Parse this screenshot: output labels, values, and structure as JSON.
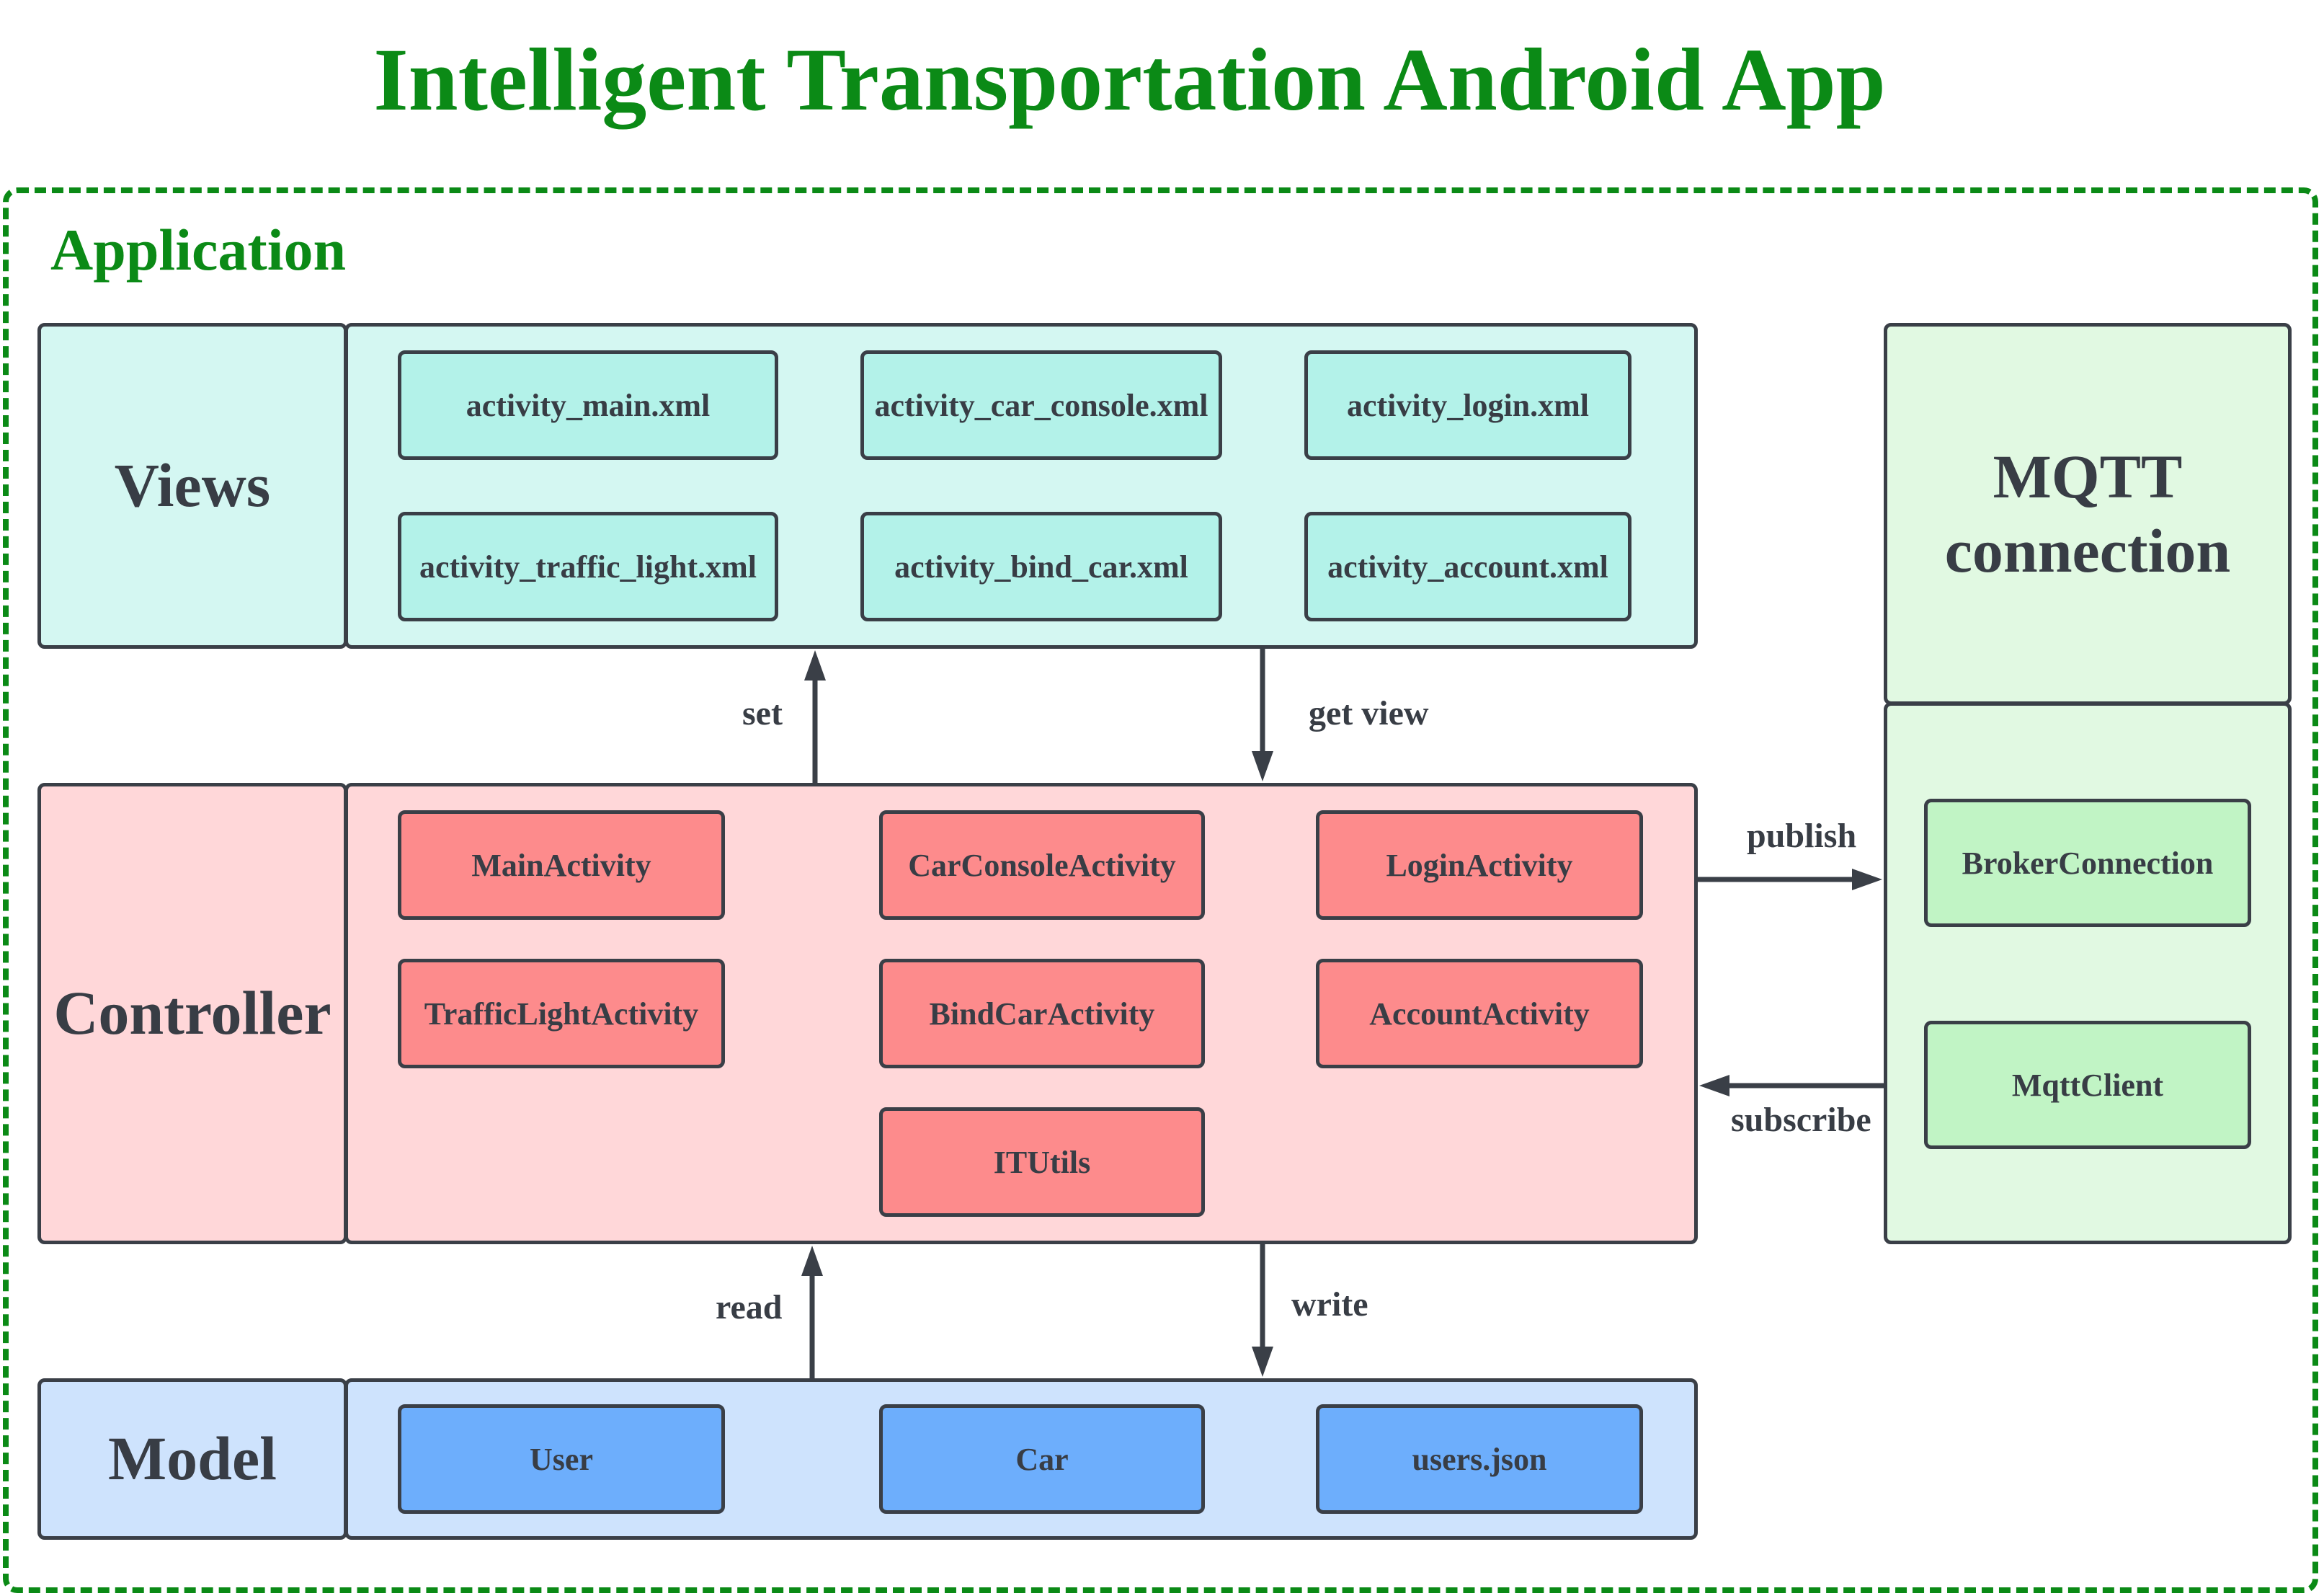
{
  "title": "Intelligent Transportation Android App",
  "application_label": "Application",
  "views": {
    "label": "Views",
    "items": [
      "activity_main.xml",
      "activity_car_console.xml",
      "activity_login.xml",
      "activity_traffic_light.xml",
      "activity_bind_car.xml",
      "activity_account.xml"
    ]
  },
  "controller": {
    "label": "Controller",
    "items": [
      "MainActivity",
      "CarConsoleActivity",
      "LoginActivity",
      "TrafficLightActivity",
      "BindCarActivity",
      "AccountActivity",
      "ITUtils"
    ]
  },
  "model": {
    "label": "Model",
    "items": [
      "User",
      "Car",
      "users.json"
    ]
  },
  "mqtt": {
    "label": "MQTT connection",
    "items": [
      "BrokerConnection",
      "MqttClient"
    ]
  },
  "edges": {
    "set": "set",
    "get_view": "get view",
    "publish": "publish",
    "subscribe": "subscribe",
    "read": "read",
    "write": "write"
  }
}
